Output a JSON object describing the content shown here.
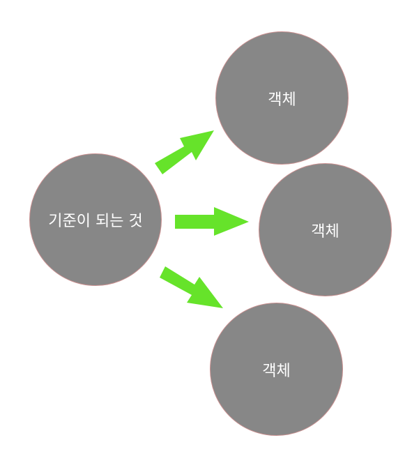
{
  "diagram": {
    "source_label": "기준이 되는 것",
    "targets": [
      {
        "label": "객체"
      },
      {
        "label": "객체"
      },
      {
        "label": "객체"
      }
    ],
    "colors": {
      "node_fill": "#878787",
      "node_outline": "#c98f8f",
      "node_text": "#ffffff",
      "arrow_fill": "#66e32a"
    },
    "icons": [
      "arrow-icon"
    ]
  }
}
